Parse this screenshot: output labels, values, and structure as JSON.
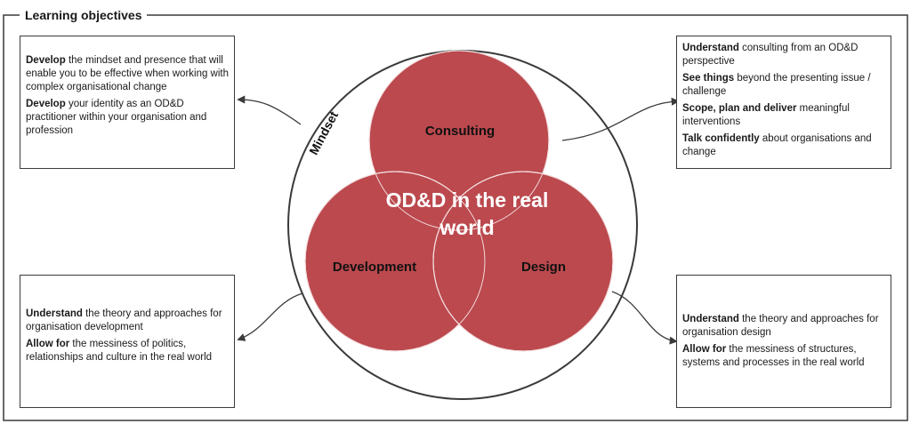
{
  "header": {
    "title": "Learning objectives"
  },
  "diagram": {
    "mindset_label": "Mindset",
    "center_line1": "OD&D in the real",
    "center_line2": "world",
    "circles": {
      "consulting": "Consulting",
      "development": "Development",
      "design": "Design"
    },
    "colors": {
      "circle_fill": "#b63a40",
      "outline": "#3a3a3a",
      "center_text": "#ffffff"
    }
  },
  "boxes": {
    "mindset": [
      {
        "bold": "Develop",
        "text": " the mindset and presence that will enable you to be effective when working with complex organisational change"
      },
      {
        "bold": "Develop",
        "text": " your identity as an OD&D practitioner within your organisation and profession"
      }
    ],
    "consulting": [
      {
        "bold": "Understand",
        "text": " consulting from an OD&D perspective"
      },
      {
        "bold": "See things",
        "text": " beyond the presenting issue / challenge"
      },
      {
        "bold": "Scope, plan and deliver",
        "text": " meaningful interventions"
      },
      {
        "bold": "Talk confidently",
        "text": " about organisations and change"
      }
    ],
    "development": [
      {
        "bold": "Understand",
        "text": " the theory and approaches for organisation development"
      },
      {
        "bold": "Allow for",
        "text": " the messiness of politics, relationships and culture in the real world"
      }
    ],
    "design": [
      {
        "bold": "Understand",
        "text": " the theory and approaches for organisation design"
      },
      {
        "bold": "Allow for",
        "text": " the messiness of structures, systems and processes in the real world"
      }
    ]
  }
}
